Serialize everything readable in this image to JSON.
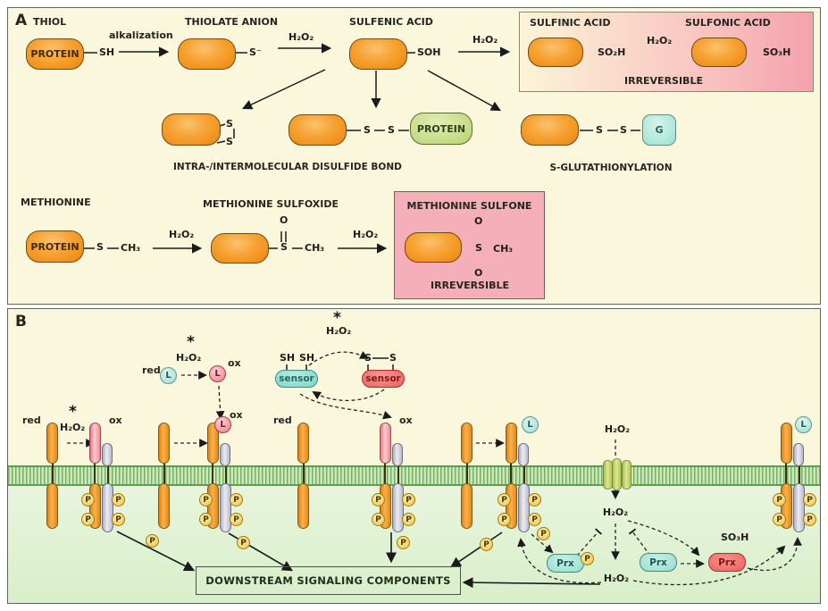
{
  "panelA": {
    "label": "A",
    "states": {
      "thiol": "THIOL",
      "thiolate": "THIOLATE ANION",
      "sulfenic": "SULFENIC ACID",
      "sulfinic": "SULFINIC ACID",
      "sulfonic": "SULFONIC ACID",
      "methionine": "METHIONINE",
      "sulfoxide": "METHIONINE SULFOXIDE",
      "sulfone": "METHIONINE SULFONE"
    },
    "protein": "PROTEIN",
    "groups": {
      "sh": "SH",
      "s_minus": "S⁻",
      "soh": "SOH",
      "so2h": "SO₂H",
      "so3h": "SO₃H",
      "s": "S",
      "o": "O",
      "ch3": "CH₃",
      "g": "G"
    },
    "h2o2": "H₂O₂",
    "alkalization": "alkalization",
    "irreversible": "IRREVERSIBLE",
    "disulfide_label": "INTRA-/INTERMOLECULAR DISULFIDE BOND",
    "sglut_label": "S-GLUTATHIONYLATION"
  },
  "panelB": {
    "label": "B",
    "red": "red",
    "ox": "ox",
    "star": "*",
    "h2o2": "H₂O₂",
    "ligand": "L",
    "sensor": "sensor",
    "sh": "SH",
    "s": "S",
    "p": "P",
    "prx": "Prx",
    "so3h": "SO₃H",
    "downstream": "DOWNSTREAM SIGNALING COMPONENTS",
    "receptors": [
      {
        "variant": "plain",
        "side_label": "red"
      },
      {
        "variant": "active",
        "top": "pink",
        "top_label": "ox"
      },
      {
        "variant": "plain"
      },
      {
        "variant": "active",
        "top": "orange",
        "ligand": "pink",
        "top_label": "ox"
      },
      {
        "variant": "plain",
        "side_label": "red"
      },
      {
        "variant": "active",
        "top": "pink",
        "top_label": "ox"
      },
      {
        "variant": "plain"
      },
      {
        "variant": "active",
        "top": "orange",
        "ligand": "cyan"
      },
      {
        "variant": "active",
        "top": "orange",
        "ligand": "cyan"
      }
    ]
  },
  "colors": {
    "background_cream": "#faf7dc",
    "background_green": "#d8efca",
    "protein_orange": "#f0921e",
    "protein_green": "#c9db8e",
    "irreversible_pink": "#f4a2ac",
    "membrane_green": "#55a24a",
    "phosphate_yellow": "#efc23e",
    "ligand_cyan": "#9cdcd2",
    "ligand_pink": "#ee7a84",
    "prx_red": "#ee6060"
  }
}
